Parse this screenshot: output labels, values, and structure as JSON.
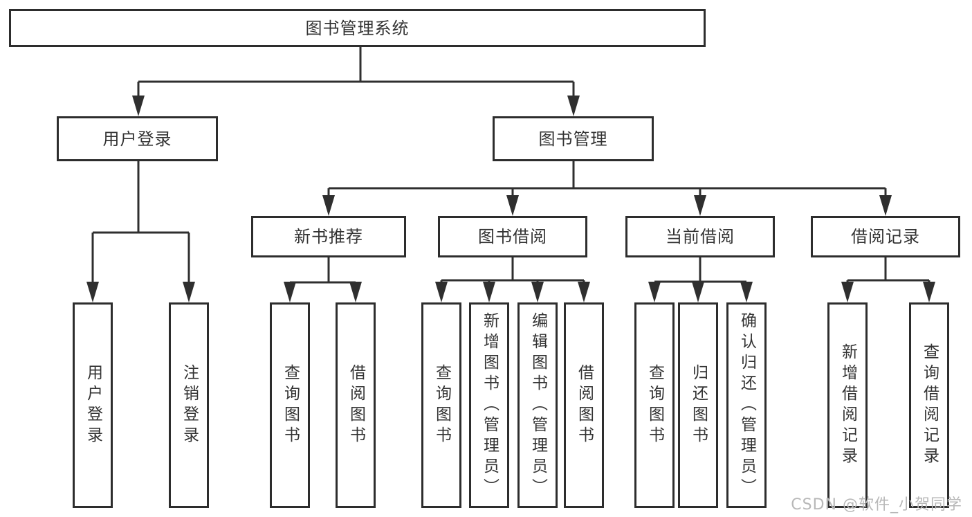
{
  "diagram_title": "图书管理系统",
  "tree": {
    "label": "图书管理系统",
    "children": [
      {
        "label": "用户登录",
        "children": [
          {
            "label": "用户登录"
          },
          {
            "label": "注销登录"
          }
        ]
      },
      {
        "label": "图书管理",
        "children": [
          {
            "label": "新书推荐",
            "children": [
              {
                "label": "查询图书"
              },
              {
                "label": "借阅图书"
              }
            ]
          },
          {
            "label": "图书借阅",
            "children": [
              {
                "label": "查询图书"
              },
              {
                "label": "新增图书（管理员）"
              },
              {
                "label": "编辑图书（管理员）"
              },
              {
                "label": "借阅图书"
              }
            ]
          },
          {
            "label": "当前借阅",
            "children": [
              {
                "label": "查询图书"
              },
              {
                "label": "归还图书"
              },
              {
                "label": "确认归还（管理员）"
              }
            ]
          },
          {
            "label": "借阅记录",
            "children": [
              {
                "label": "新增借阅记录"
              },
              {
                "label": "查询借阅记录"
              }
            ]
          }
        ]
      }
    ]
  },
  "watermark": "CSDN @软件_小贺同学",
  "colors": {
    "line": "#2f2f2f",
    "border": "#2d2d2d",
    "text": "#333333",
    "watermark": "#b8b8b8",
    "background": "#ffffff"
  }
}
